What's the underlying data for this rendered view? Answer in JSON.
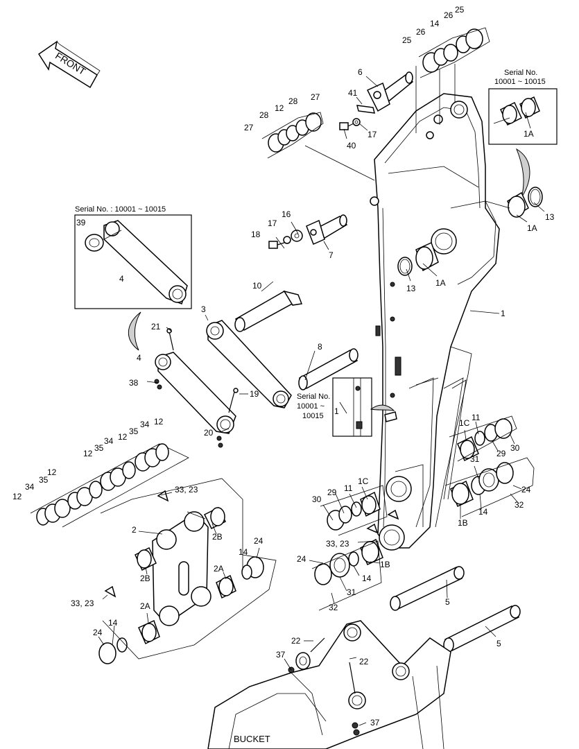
{
  "diagram": {
    "front_label": "FRONT",
    "bucket_label": "BUCKET",
    "insets": {
      "top_right_serial": [
        "Serial No.",
        "10001 ~ 10015"
      ],
      "link_serial": "Serial No. : 10001 ~ 10015",
      "arm_serial": [
        "Serial No.",
        "10001 ~",
        "10015"
      ]
    },
    "callouts": {
      "p1": "1",
      "p1b": "1",
      "p1A": "1A",
      "p1A2": "1A",
      "p1A3": "1A",
      "p1B": "1B",
      "p1B2": "1B",
      "p1C": "1C",
      "p1C2": "1C",
      "p2": "2",
      "p2A": "2A",
      "p2A2": "2A",
      "p2B": "2B",
      "p2B2": "2B",
      "p3": "3",
      "p4": "4",
      "p4b": "4",
      "p5": "5",
      "p5b": "5",
      "p6": "6",
      "p7": "7",
      "p8": "8",
      "p10": "10",
      "p11": "11",
      "p11b": "11",
      "p12a": "12",
      "p12b": "12",
      "p12c": "12",
      "p12d": "12",
      "p12e": "12",
      "p13": "13",
      "p13b": "13",
      "p14a": "14",
      "p14b": "14",
      "p14c": "14",
      "p14d": "14",
      "p14e": "14",
      "p16": "16",
      "p17": "17",
      "p17b": "17",
      "p18": "18",
      "p19": "19",
      "p20": "20",
      "p21": "21",
      "p22": "22",
      "p22b": "22",
      "p24a": "24",
      "p24b": "24",
      "p24c": "24",
      "p24d": "24",
      "p25a": "25",
      "p25b": "25",
      "p26a": "26",
      "p26b": "26",
      "p27a": "27",
      "p27b": "27",
      "p28a": "28",
      "p28b": "28",
      "p29a": "29",
      "p29b": "29",
      "p30a": "30",
      "p30b": "30",
      "p31a": "31",
      "p31b": "31",
      "p32a": "32",
      "p32b": "32",
      "p3323a": "33, 23",
      "p3323b": "33, 23",
      "p3323c": "33, 23",
      "p34a": "34",
      "p34b": "34",
      "p34c": "34",
      "p35a": "35",
      "p35b": "35",
      "p35c": "35",
      "p37": "37",
      "p37b": "37",
      "p38": "38",
      "p39": "39",
      "p40": "40",
      "p41": "41",
      "p12f": "12"
    }
  }
}
